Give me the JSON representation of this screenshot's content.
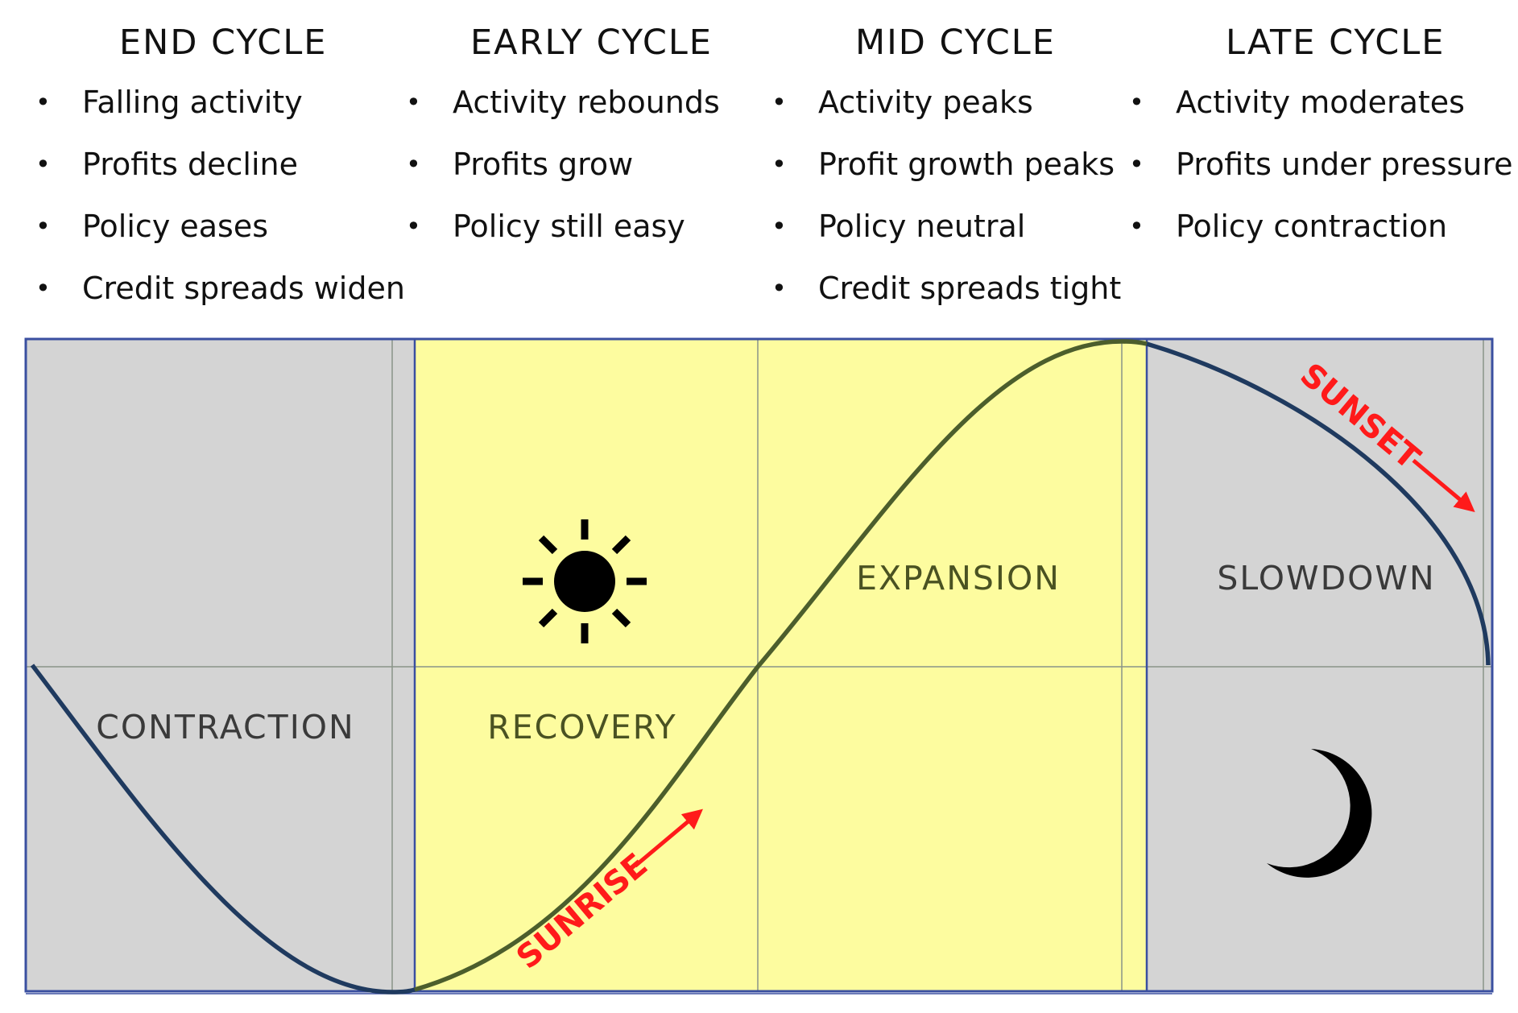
{
  "columns": [
    {
      "title": "END CYCLE",
      "bullets": [
        "Falling activity",
        "Profits decline",
        "Policy eases",
        "Credit spreads widen"
      ]
    },
    {
      "title": "EARLY CYCLE",
      "bullets": [
        "Activity rebounds",
        "Profits grow",
        "Policy still easy"
      ]
    },
    {
      "title": "MID CYCLE",
      "bullets": [
        "Activity peaks",
        "Profit growth peaks",
        "Policy neutral",
        "Credit spreads tight"
      ]
    },
    {
      "title": "LATE CYCLE",
      "bullets": [
        "Activity moderates",
        "Profits under pressure",
        "Policy contraction"
      ]
    }
  ],
  "phases": {
    "contraction": "CONTRACTION",
    "recovery": "RECOVERY",
    "expansion": "EXPANSION",
    "slowdown": "SLOWDOWN"
  },
  "arrows": {
    "sunrise": "SUNRISE",
    "sunset": "SUNSET"
  },
  "colors": {
    "yellow_zone": "#fdfc9f",
    "gray_zone": "#d4d4d4",
    "curve_dark": "#1f3a5f",
    "curve_green": "#4c5e2c",
    "arrow_red": "#ff1a1a",
    "label_olive": "#4a5222",
    "label_gray": "#3a3a3a"
  },
  "icons": [
    "sun-icon",
    "moon-icon"
  ]
}
